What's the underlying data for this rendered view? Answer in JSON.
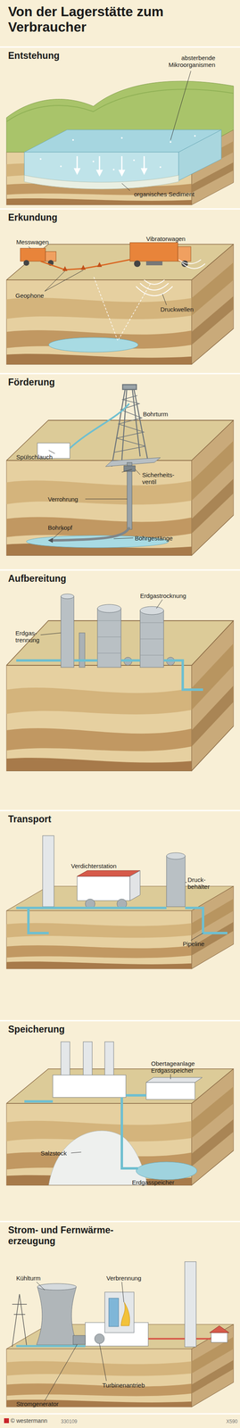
{
  "diagram": {
    "title": "Von der Lagerstätte zum Verbraucher",
    "nodes": [
      {
        "text": [
          "Entstehung"
        ]
      },
      {
        "text": [
          "Erkundung"
        ]
      },
      {
        "text": [
          "Förderung"
        ]
      },
      {
        "text": [
          "Aufbereitung"
        ]
      },
      {
        "text": [
          "Transport"
        ]
      },
      {
        "text": [
          "Speicherung"
        ]
      },
      {
        "text": [
          "Strom- und Fernwärme- erzeugung"
        ]
      }
    ],
    "labels": [
      "absterbende Mikroorganismen",
      "organisches Sediment",
      "Messwagen",
      "Vibratorwagen",
      "Geophone",
      "Druckwellen",
      "Bohrturm",
      "Spülschlauch",
      "Sicherheits- ventil",
      "Verrohrung",
      "Bohrkopf",
      "Bohrgestänge",
      "Erdgastrocknung",
      "Erdgas- trennung",
      "Verdichterstation",
      "Druck- behälter",
      "Pipeline",
      "Obertageanlage Erdgasspeicher",
      "Salzstock",
      "Erdgasspeicher",
      "Kühlturm",
      "Verbrennung",
      "Turbinenantrieb",
      "Stromgenerator",
      "© westermann",
      "330109",
      "X590"
    ]
  }
}
